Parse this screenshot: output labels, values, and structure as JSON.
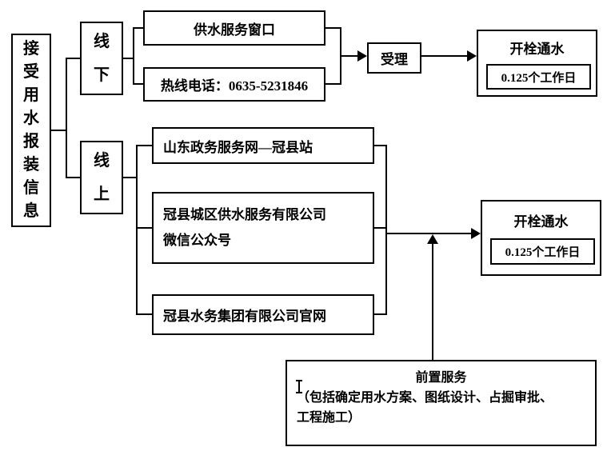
{
  "diagram": {
    "receive": "接受用水报装信息",
    "offline": "线下",
    "online": "线上",
    "service_window": "供水服务窗口",
    "hotline": "热线电话：0635-5231846",
    "accept": "受理",
    "open_water_top": {
      "title": "开栓通水",
      "duration": "0.125个工作日"
    },
    "sd_gov_site": "山东政务服务网—冠县站",
    "wechat_account": "冠县城区供水服务有限公司微信公众号",
    "official_website": "冠县水务集团有限公司官网",
    "open_water_bottom": {
      "title": "开栓通水",
      "duration": "0.125个工作日"
    },
    "pre_service": {
      "title": "前置服务",
      "desc": "（包括确定用水方案、图纸设计、占掘审批、\n工程施工）"
    }
  },
  "colors": {
    "line": "#000000",
    "background": "#ffffff"
  }
}
